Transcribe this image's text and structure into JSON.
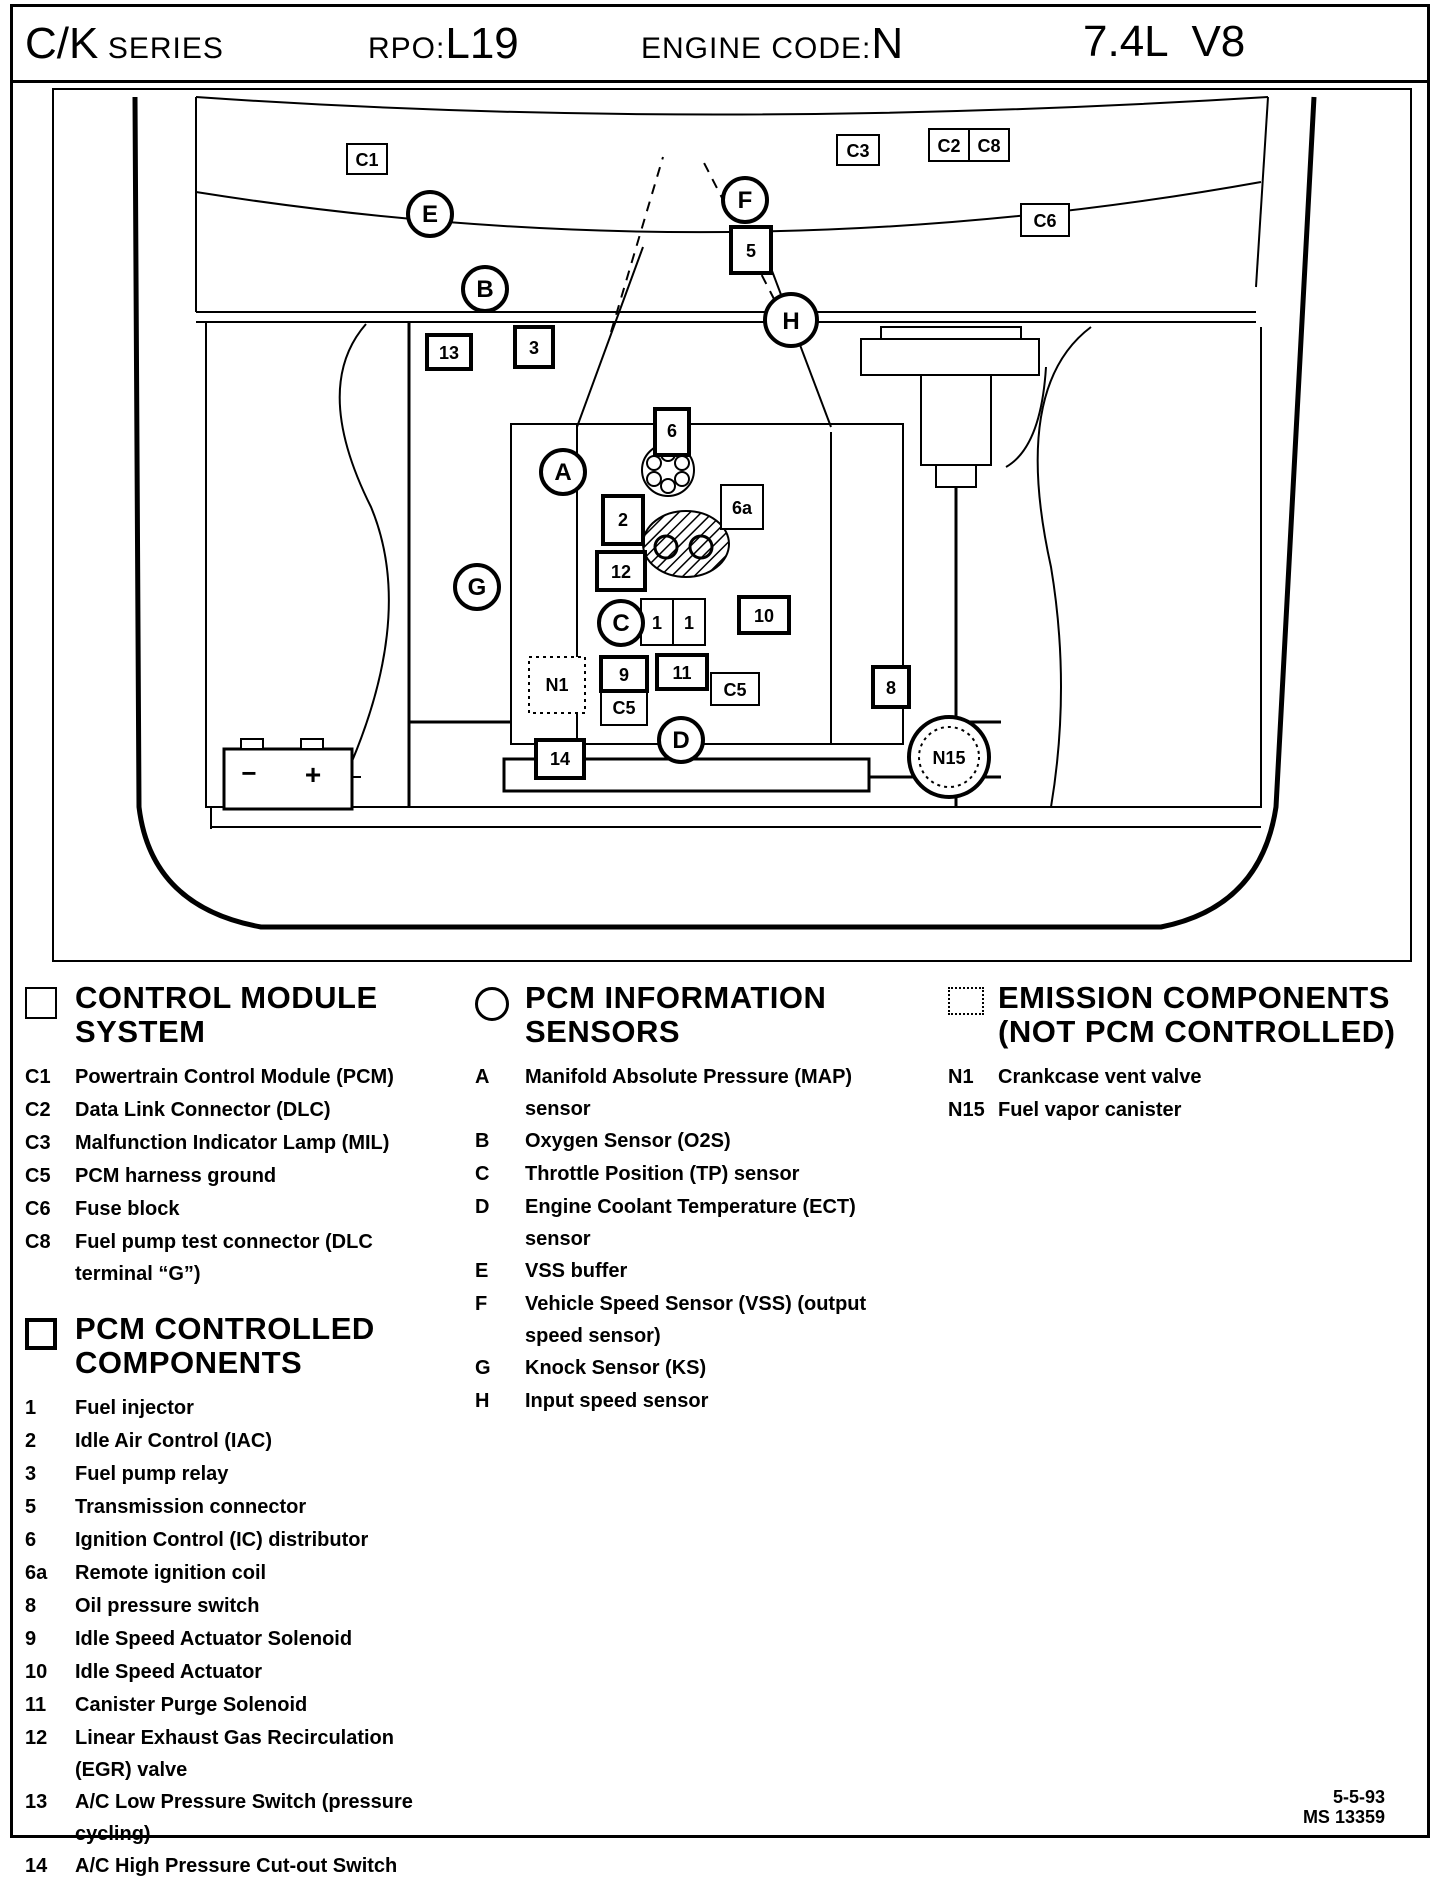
{
  "header": {
    "series_prefix": "C/K",
    "series_word": "SERIES",
    "rpo_label": "RPO:",
    "rpo_value": "L19",
    "engine_label": "ENGINE CODE:",
    "engine_value": "N",
    "displacement": "7.4L  V8"
  },
  "diagram_labels": {
    "C1": "C1",
    "C2": "C2",
    "C3": "C3",
    "C5": "C5",
    "C6": "C6",
    "C8": "C8",
    "A": "A",
    "B": "B",
    "C": "C",
    "D": "D",
    "E": "E",
    "F": "F",
    "G": "G",
    "H": "H",
    "n1": "1",
    "n2": "2",
    "n3": "3",
    "n5": "5",
    "n6": "6",
    "n6a": "6a",
    "n8": "8",
    "n9": "9",
    "n10": "10",
    "n11": "11",
    "n12": "12",
    "n13": "13",
    "n14": "14",
    "N1": "N1",
    "N15": "N15",
    "battery_minus": "−",
    "battery_plus": "+"
  },
  "legend": {
    "control_module": {
      "title_line1": "CONTROL MODULE",
      "title_line2": "SYSTEM",
      "items": [
        {
          "code": "C1",
          "text": "Powertrain Control Module (PCM)"
        },
        {
          "code": "C2",
          "text": "Data Link Connector (DLC)"
        },
        {
          "code": "C3",
          "text": "Malfunction Indicator Lamp (MIL)"
        },
        {
          "code": "C5",
          "text": "PCM harness ground"
        },
        {
          "code": "C6",
          "text": "Fuse block"
        },
        {
          "code": "C8",
          "text": "Fuel pump test connector (DLC terminal “G”)"
        }
      ]
    },
    "pcm_controlled": {
      "title_line1": "PCM CONTROLLED",
      "title_line2": "COMPONENTS",
      "items": [
        {
          "code": "1",
          "text": "Fuel injector"
        },
        {
          "code": "2",
          "text": "Idle Air Control (IAC)"
        },
        {
          "code": "3",
          "text": "Fuel pump relay"
        },
        {
          "code": "5",
          "text": "Transmission connector"
        },
        {
          "code": "6",
          "text": "Ignition Control (IC) distributor"
        },
        {
          "code": "6a",
          "text": "Remote ignition coil"
        },
        {
          "code": "8",
          "text": "Oil pressure switch"
        },
        {
          "code": "9",
          "text": "Idle Speed Actuator Solenoid"
        },
        {
          "code": "10",
          "text": "Idle Speed Actuator"
        },
        {
          "code": "11",
          "text": "Canister Purge Solenoid"
        },
        {
          "code": "12",
          "text": "Linear Exhaust Gas Recirculation  (EGR) valve"
        },
        {
          "code": "13",
          "text": "A/C Low Pressure Switch (pressure cycling)"
        },
        {
          "code": "14",
          "text": "A/C High Pressure Cut-out Switch"
        }
      ]
    },
    "pcm_sensors": {
      "title_line1": "PCM INFORMATION",
      "title_line2": "SENSORS",
      "items": [
        {
          "code": "A",
          "text": "Manifold Absolute Pressure (MAP) sensor"
        },
        {
          "code": "B",
          "text": "Oxygen Sensor (O2S)"
        },
        {
          "code": "C",
          "text": "Throttle Position (TP) sensor"
        },
        {
          "code": "D",
          "text": "Engine Coolant Temperature (ECT) sensor"
        },
        {
          "code": "E",
          "text": "VSS buffer"
        },
        {
          "code": "F",
          "text": "Vehicle Speed Sensor (VSS) (output speed sensor)"
        },
        {
          "code": "G",
          "text": "Knock Sensor (KS)"
        },
        {
          "code": "H",
          "text": "Input speed sensor"
        }
      ]
    },
    "emission": {
      "title_line1": "EMISSION COMPONENTS",
      "title_line2": "(NOT PCM CONTROLLED)",
      "items": [
        {
          "code": "N1",
          "text": "Crankcase vent valve"
        },
        {
          "code": "N15",
          "text": "Fuel vapor canister"
        }
      ]
    }
  },
  "footer": {
    "date": "5-5-93",
    "ref": "MS 13359"
  }
}
